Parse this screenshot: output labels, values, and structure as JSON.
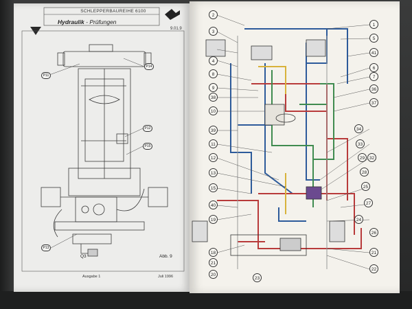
{
  "book": {
    "series": "SCHLEPPERBAUREIHE 6100",
    "section": "Hydraulik",
    "subsection": "Prüfungen",
    "page_code": "9.01.9",
    "figure_label": "Abb. 9",
    "part_label": "Q3",
    "edition": "Ausgabe 1",
    "date": "Juli 1996"
  },
  "left_callouts": [
    "P11",
    "P14",
    "P12",
    "P15",
    "P13"
  ],
  "right_callouts_left": [
    "2",
    "3",
    "4",
    "8",
    "9",
    "38",
    "10",
    "39",
    "11",
    "12",
    "13",
    "15",
    "40",
    "19",
    "18",
    "21",
    "20"
  ],
  "right_callouts_right": [
    "1",
    "5",
    "41",
    "6",
    "7",
    "36",
    "37",
    "34",
    "33",
    "29",
    "32",
    "28",
    "25",
    "27",
    "24",
    "26",
    "21",
    "22"
  ],
  "right_callouts_bottom": [
    "23"
  ],
  "colors": {
    "blue": "#2c5a9a",
    "red": "#b83a3a",
    "green": "#3f8b4f",
    "yellow": "#d8b23a",
    "purple": "#6b4a8f"
  }
}
